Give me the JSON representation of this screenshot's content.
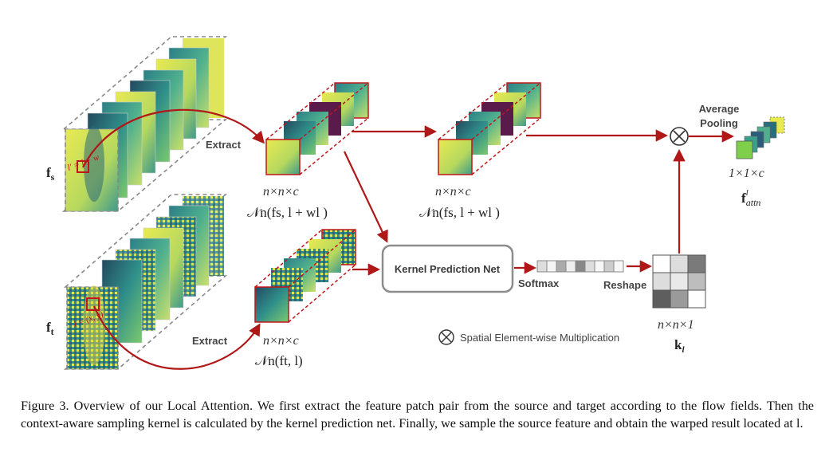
{
  "labels": {
    "fs": "f",
    "fs_sub": "s",
    "ft": "f",
    "ft_sub": "t",
    "l_prime": "l' = l + w",
    "l_eq": "l = (x, y)",
    "extract_top": "Extract",
    "extract_bottom": "Extract",
    "dims_top1": "n×n×c",
    "neigh_top1": "𝒩n(fs, l + wl )",
    "dims_top2": "n×n×c",
    "neigh_top2": "𝒩n(fs, l + wl )",
    "dims_bottom": "n×n×c",
    "neigh_bottom": "𝒩n(ft, l)",
    "kpn": "Kernel Prediction Net",
    "softmax": "Softmax",
    "reshape": "Reshape",
    "avg_pool_1": "Average",
    "avg_pool_2": "Pooling",
    "out_dims": "1×1×c",
    "out_label": "f",
    "out_sup": "l",
    "out_sub": "attn",
    "kernel_dims": "n×n×1",
    "kernel_label": "k",
    "kernel_sub": "l",
    "legend_symbol": "⊗",
    "legend_text": "Spatial Element-wise Multiplication",
    "mult_symbol": "⊗"
  },
  "colors": {
    "arrow": "#b01818",
    "dashed": "#888888",
    "kpn_border": "#8c8c8c",
    "feature_teal": "#2f8f8a",
    "feature_yellow": "#dfe55a"
  },
  "kernel_grid": [
    "#ffffff",
    "#dddddd",
    "#7a7a7a",
    "#dddddd",
    "#e9e9e9",
    "#bdbdbd",
    "#5e5e5e",
    "#9a9a9a",
    "#ffffff"
  ],
  "caption": "Figure 3. Overview of our Local Attention. We first extract the feature patch pair from the source and target according to the flow fields. Then the context-aware sampling kernel is calculated by the kernel prediction net. Finally, we sample the source feature and obtain the warped result located at l."
}
